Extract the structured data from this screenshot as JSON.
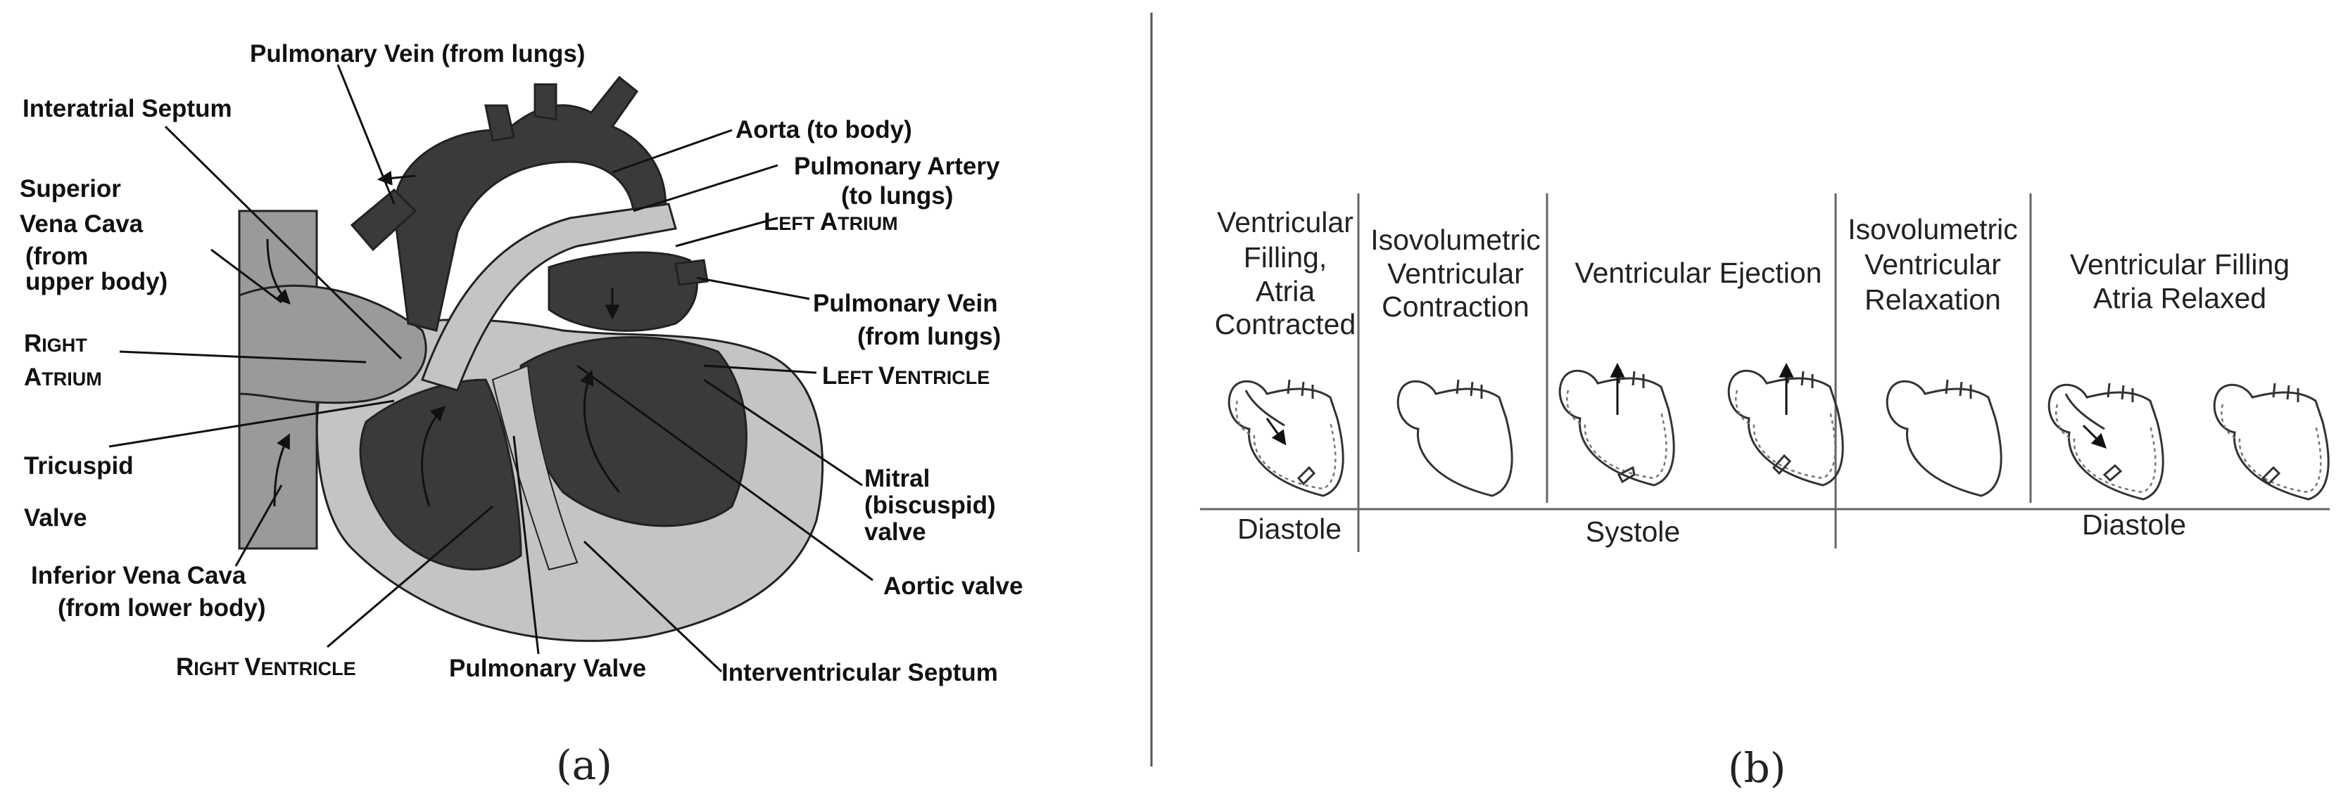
{
  "panel_a": {
    "caption": "(a)",
    "labels": {
      "pulmonary_vein_top": "Pulmonary Vein (from lungs)",
      "interatrial_septum": "Interatrial Septum",
      "superior_vena_cava": [
        "Superior",
        "Vena Cava",
        "(from",
        "upper body)"
      ],
      "right_atrium": [
        "R",
        "IGHT",
        "A",
        "TRIUM"
      ],
      "tricuspid_valve": [
        "Tricuspid",
        "Valve"
      ],
      "inferior_vena_cava": [
        "Inferior Vena Cava",
        "(from lower body)"
      ],
      "right_ventricle": [
        "R",
        "IGHT ",
        "V",
        "ENTRICLE"
      ],
      "pulmonary_valve": "Pulmonary Valve",
      "interventricular_septum": "Interventricular Septum",
      "aortic_valve": "Aortic valve",
      "mitral_valve": [
        "Mitral",
        "(biscuspid)",
        "valve"
      ],
      "left_ventricle": [
        "L",
        "EFT ",
        "V",
        "ENTRICLE"
      ],
      "pulmonary_vein_right": [
        "Pulmonary Vein",
        "(from lungs)"
      ],
      "left_atrium": [
        "L",
        "EFT ",
        "A",
        "TRIUM"
      ],
      "pulmonary_artery": [
        "Pulmonary Artery",
        "(to lungs)"
      ],
      "aorta": "Aorta (to body)"
    },
    "colors": {
      "dark": "#3a3a3a",
      "mid": "#8a8a8a",
      "light": "#c4c4c4"
    }
  },
  "panel_b": {
    "caption": "(b)",
    "phases": [
      [
        "Ventricular",
        "Filling,",
        "Atria",
        "Contracted"
      ],
      [
        "Isovolumetric",
        "Ventricular",
        "Contraction"
      ],
      [
        "Ventricular Ejection"
      ],
      [
        "Isovolumetric",
        "Ventricular",
        "Relaxation"
      ],
      [
        "Ventricular Filling",
        "Atria Relaxed"
      ]
    ],
    "timeline": [
      "Diastole",
      "Systole",
      "Diastole"
    ]
  }
}
